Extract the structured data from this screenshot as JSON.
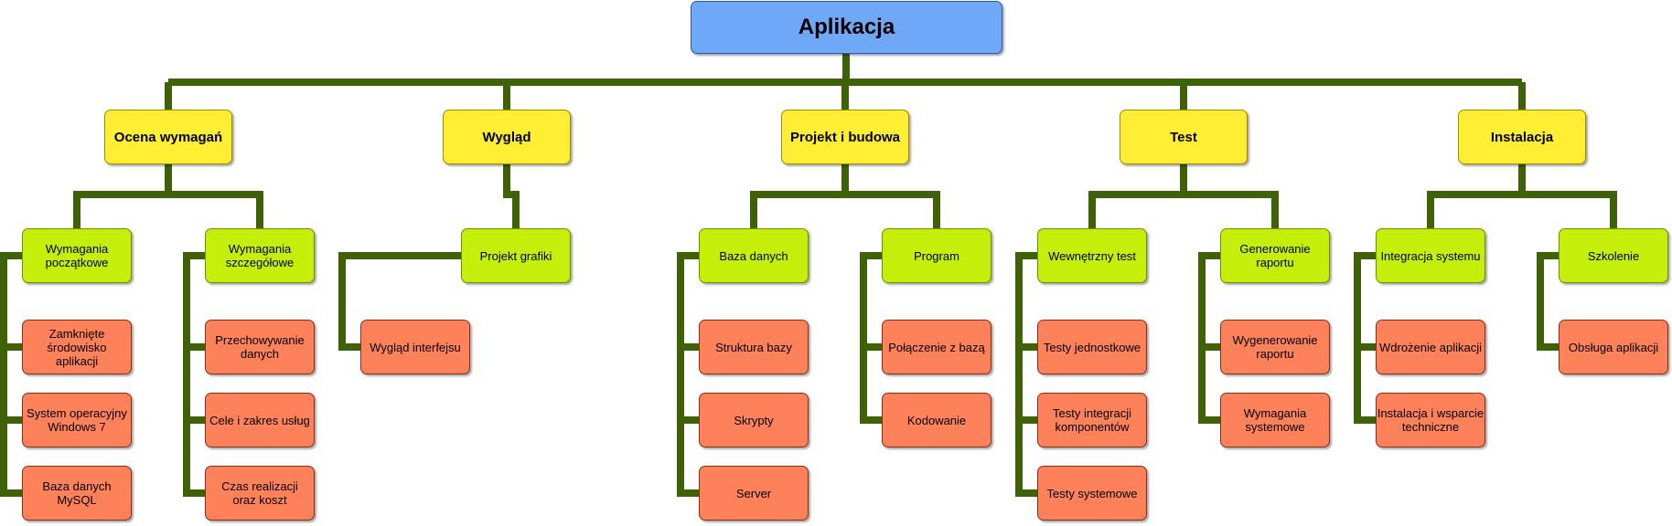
{
  "root": {
    "label": "Aplikacja",
    "color": "#6fa8f7"
  },
  "categories": [
    {
      "label": "Ocena wymagań"
    },
    {
      "label": "Wygląd"
    },
    {
      "label": "Projekt i budowa"
    },
    {
      "label": "Test"
    },
    {
      "label": "Instalacja"
    }
  ],
  "subs": [
    {
      "label": "Wymagania\npoczątkowe",
      "leaves": [
        "Zamknięte\nśrodowisko\naplikacji",
        "System operacyjny\nWindows 7",
        "Baza danych\nMySQL"
      ]
    },
    {
      "label": "Wymagania\nszczegółowe",
      "leaves": [
        "Przechowywanie\ndanych",
        "Cele i zakres usług",
        "Czas realizacji\noraz koszt"
      ]
    },
    {
      "label": "Projekt grafiki",
      "leaves": [
        "Wygląd interfejsu"
      ]
    },
    {
      "label": "Baza danych",
      "leaves": [
        "Struktura bazy",
        "Skrypty",
        "Server"
      ]
    },
    {
      "label": "Program",
      "leaves": [
        "Połączenie z bazą",
        "Kodowanie"
      ]
    },
    {
      "label": "Wewnętrzny test",
      "leaves": [
        "Testy jednostkowe",
        "Testy integracji\nkomponentów",
        "Testy systemowe"
      ]
    },
    {
      "label": "Generowanie raportu",
      "leaves": [
        "Wygenerowanie\nraportu",
        "Wymagania\nsystemowe"
      ]
    },
    {
      "label": "Integracja systemu",
      "leaves": [
        "Wdrożenie aplikacji",
        "Instalacja i wsparcie\ntechniczne"
      ]
    },
    {
      "label": "Szkolenie",
      "leaves": [
        "Obsługa aplikacji"
      ]
    }
  ],
  "colors": {
    "connector": "#3f6208",
    "category": "#ffee33",
    "sub": "#c5ee0a",
    "leaf": "#fd825a"
  }
}
